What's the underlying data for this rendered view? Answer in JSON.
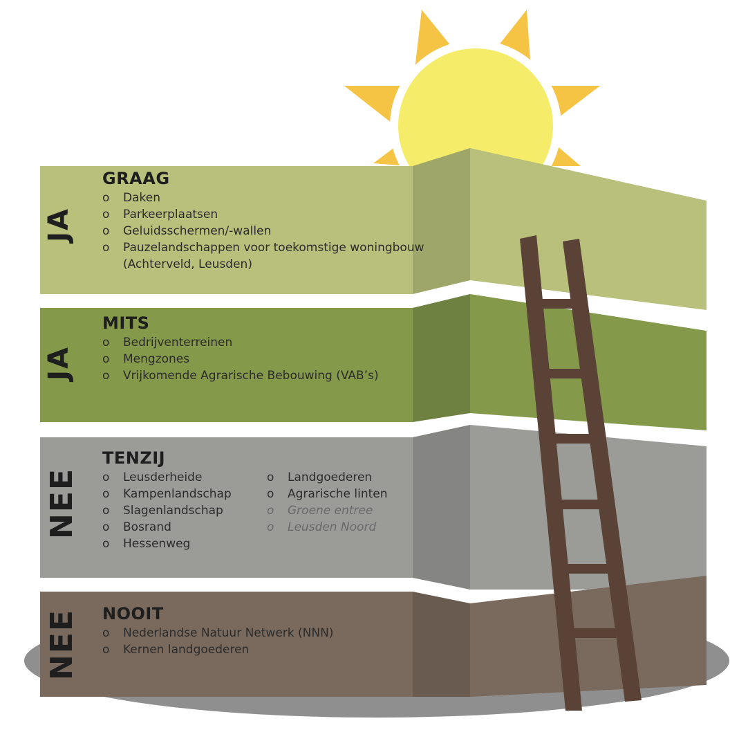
{
  "layers": [
    {
      "side_label": "JA",
      "heading": "GRAAG",
      "items": [
        "Daken",
        "Parkeerplaatsen",
        "Geluidsschermen/-wallen",
        "Pauzelandschappen voor toekomstige woningbouw (Achterveld, Leusden)"
      ],
      "color": "#b8c07c"
    },
    {
      "side_label": "JA",
      "heading": "MITS",
      "items": [
        "Bedrijventerreinen",
        "Mengzones",
        "Vrijkomende Agrarische Bebouwing (VAB’s)"
      ],
      "color": "#84994a"
    },
    {
      "side_label": "NEE",
      "heading": "TENZIJ",
      "items_col1": [
        "Leusderheide",
        "Kampenlandschap",
        "Slagenlandschap",
        "Bosrand",
        "Hessenweg"
      ],
      "items_col2": [
        "Landgoederen",
        "Agrarische linten",
        "Groene entree",
        "Leusden Noord"
      ],
      "italic_items": [
        "Groene entree",
        "Leusden Noord"
      ],
      "color": "#9b9b98"
    },
    {
      "side_label": "NEE",
      "heading": "NOOIT",
      "items": [
        "Nederlandse Natuur Netwerk (NNN)",
        "Kernen landgoederen"
      ],
      "color": "#7a6a5e"
    }
  ],
  "bullet": "o",
  "icons": {
    "sun": "sun-icon",
    "ladder": "ladder-icon"
  },
  "colors": {
    "sun_core": "#f5ec6a",
    "sun_rays": "#f6c445",
    "ladder": "#5b4237",
    "shadow": "#8f8f8f"
  }
}
